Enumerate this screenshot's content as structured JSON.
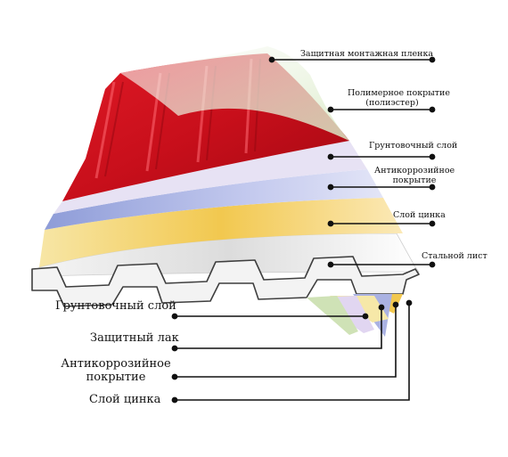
{
  "colors": {
    "paint": "#d0141f",
    "film": "#cfe2b6",
    "primer": "#c9b9e3",
    "anticorrosion": "#7f8fd0",
    "zinc": "#f2c84f",
    "steel": "#e9e9e9",
    "leader": "#111111"
  },
  "top_layers": [
    {
      "id": "film",
      "label": "Защитная монтажная пленка"
    },
    {
      "id": "polymer",
      "label_line1": "Полимерное покрытие",
      "label_line2": "(полиэстер)"
    },
    {
      "id": "primer",
      "label": "Грунтовочный слой"
    },
    {
      "id": "anticorrosion",
      "label_line1": "Антикоррозийное",
      "label_line2": "покрытие"
    },
    {
      "id": "zinc",
      "label": "Слой цинка"
    },
    {
      "id": "steel",
      "label": "Стальной лист"
    }
  ],
  "bottom_layers": [
    {
      "id": "primer-bottom",
      "label": "Грунтовочный слой"
    },
    {
      "id": "lacquer-bottom",
      "label": "Защитный лак"
    },
    {
      "id": "anticorrosion-bottom",
      "label_line1": "Антикоррозийное",
      "label_line2": "покрытие"
    },
    {
      "id": "zinc-bottom",
      "label": "Слой цинка"
    }
  ]
}
